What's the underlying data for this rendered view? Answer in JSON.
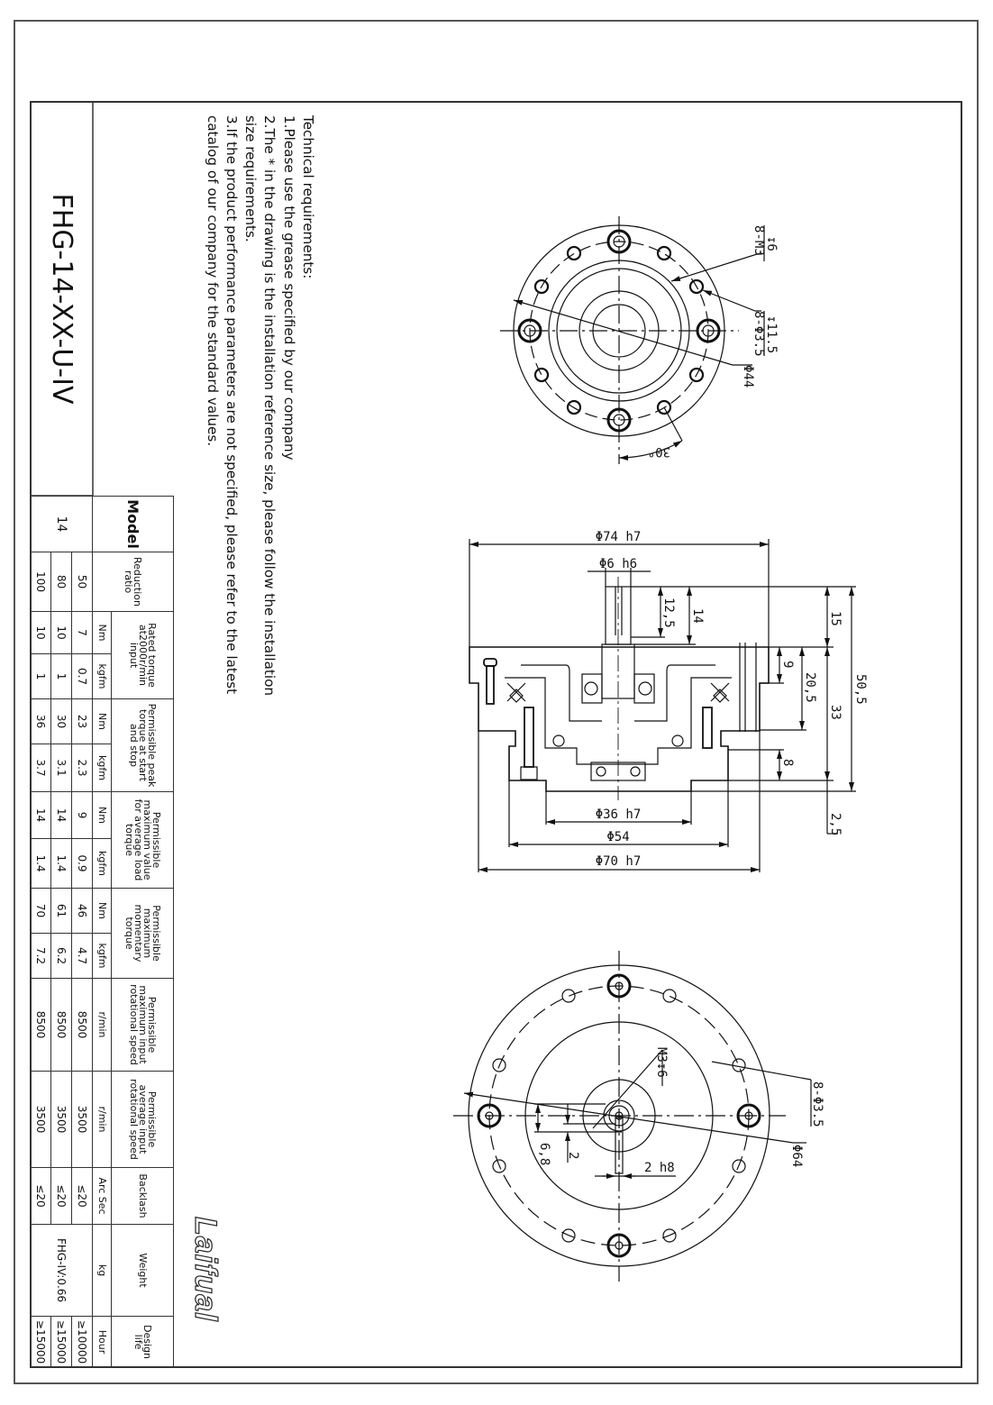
{
  "title_block": {
    "drawing_number": "FHG-14-XX-U-IV"
  },
  "technical_requirements": {
    "heading": "Technical requirements:",
    "lines": [
      "1.Please use the grease specified by our company",
      "2.The * in the drawing is the installation reference size, please follow the installation",
      "size requirements.",
      "3.If the product performance parameters are not specified, please refer to the latest",
      "catalog of our company for the standard values."
    ]
  },
  "logo": {
    "text": "Laifual"
  },
  "views": {
    "top": {
      "thread_label": "8-M3",
      "thread_depth": "↧6",
      "hole_label": "8-Φ3.5",
      "hole_depth": "↧11.5",
      "pcd": "Φ44",
      "angle": "30°"
    },
    "section": {
      "d74": "Φ74 h7",
      "d6": "Φ6 h6",
      "l12_5": "12,5",
      "l14": "14",
      "l15": "15",
      "l50_5": "50,5",
      "l9": "9",
      "l20_5": "20,5",
      "l33": "33",
      "l8": "8",
      "l2_5": "2,5",
      "d36": "Φ36 h7",
      "d54": "Φ54",
      "d70": "Φ70 h7"
    },
    "bottom": {
      "thread": "M3↧6",
      "holes": "8-Φ3.5",
      "pcd": "Φ64",
      "h6_8": "6,8",
      "h2": "2",
      "key": "2 h8"
    }
  },
  "spec_table": {
    "headers": {
      "model": "Model",
      "ratio": "Reduction ratio",
      "rated": "Rated torque at2000r/min input",
      "peak": "Permissible peak torque at start and stop",
      "avg_load": "Permissible maximum value for average load torque",
      "momentary": "Permissible maximum momentary torque",
      "max_speed": "Permissible maximum input rotational speed",
      "avg_speed": "Permissible average input rotational speed",
      "backlash": "Backlash",
      "weight": "Weight",
      "life": "Design life"
    },
    "units": {
      "nm": "Nm",
      "kgfm": "kgfm",
      "rpm": "r/min",
      "arcsec": "Arc Sec",
      "kg": "kg",
      "hour": "Hour"
    },
    "model": "14",
    "weight": "FHG-IV:0.66",
    "rows": [
      {
        "ratio": "50",
        "rated_nm": "7",
        "rated_kgfm": "0.7",
        "peak_nm": "23",
        "peak_kgfm": "2.3",
        "avg_nm": "9",
        "avg_kgfm": "0.9",
        "mom_nm": "46",
        "mom_kgfm": "4.7",
        "max_speed": "8500",
        "avg_speed": "3500",
        "backlash": "≤20",
        "life": "≥10000"
      },
      {
        "ratio": "80",
        "rated_nm": "10",
        "rated_kgfm": "1",
        "peak_nm": "30",
        "peak_kgfm": "3.1",
        "avg_nm": "14",
        "avg_kgfm": "1.4",
        "mom_nm": "61",
        "mom_kgfm": "6.2",
        "max_speed": "8500",
        "avg_speed": "3500",
        "backlash": "≤20",
        "life": "≥15000"
      },
      {
        "ratio": "100",
        "rated_nm": "10",
        "rated_kgfm": "1",
        "peak_nm": "36",
        "peak_kgfm": "3.7",
        "avg_nm": "14",
        "avg_kgfm": "1.4",
        "mom_nm": "70",
        "mom_kgfm": "7.2",
        "max_speed": "8500",
        "avg_speed": "3500",
        "backlash": "≤20",
        "life": "≥15000"
      }
    ]
  }
}
